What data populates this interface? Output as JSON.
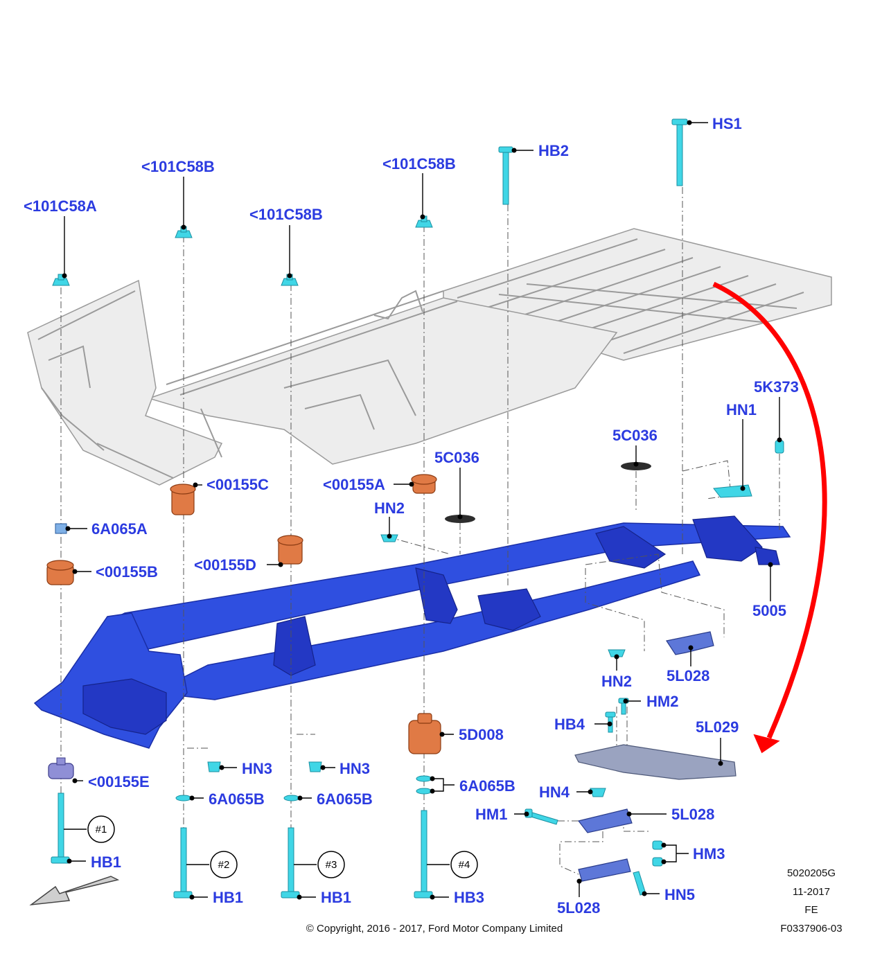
{
  "labels": {
    "c58a": "<101C58A",
    "c58b_1": "<101C58B",
    "c58b_2": "<101C58B",
    "c58b_3": "<101C58B",
    "hb2": "HB2",
    "hs1": "HS1",
    "k373": "5K373",
    "hn1": "HN1",
    "c036_1": "5C036",
    "c036_2": "5C036",
    "m155c": "<00155C",
    "m155a": "<00155A",
    "hn2_1": "HN2",
    "a065a": "6A065A",
    "m155b": "<00155B",
    "m155d": "<00155D",
    "p5005": "5005",
    "l028_1": "5L028",
    "hn2_2": "HN2",
    "hm2": "HM2",
    "hb4": "HB4",
    "l029": "5L029",
    "d008": "5D008",
    "hn3_1": "HN3",
    "hn3_2": "HN3",
    "m155e": "<00155E",
    "a065b_1": "6A065B",
    "a065b_2": "6A065B",
    "a065b_3": "6A065B",
    "hn4": "HN4",
    "hm1": "HM1",
    "l028_2": "5L028",
    "hm3": "HM3",
    "hb1_1": "HB1",
    "hb1_2": "HB1",
    "hb1_3": "HB1",
    "hb3": "HB3",
    "hn5": "HN5",
    "l028_3": "5L028"
  },
  "steps": [
    "#1",
    "#2",
    "#3",
    "#4"
  ],
  "meta": {
    "code": "5020205G",
    "date": "11-2017",
    "fe": "FE",
    "figure": "F0337906-03",
    "copyright": "© Copyright, 2016 - 2017, Ford Motor Company Limited"
  },
  "colors": {
    "label": "#2b3be0",
    "frame": "#2f4fe0",
    "fastener": "#40d6e6",
    "body_mount": "#e07a45",
    "arrow": "#ff0000",
    "body": "#ededed"
  }
}
